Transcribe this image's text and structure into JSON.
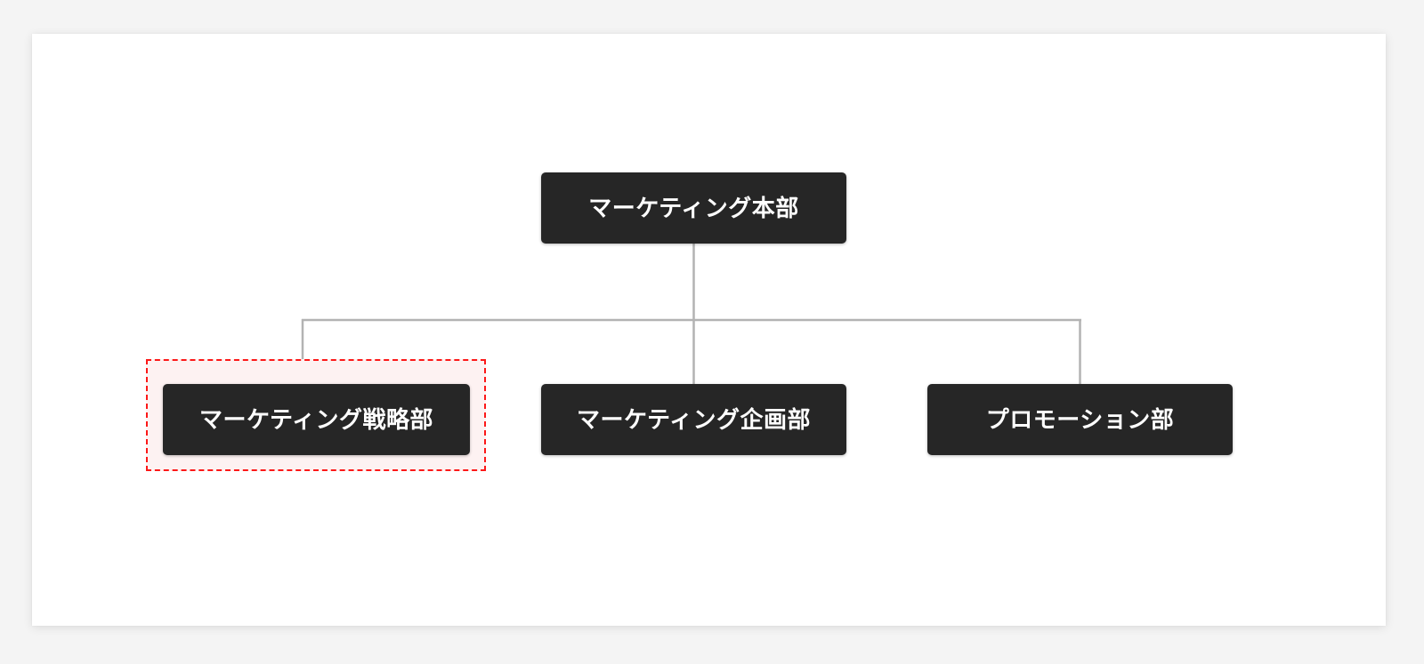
{
  "page": {
    "background_color": "#f4f4f4",
    "card_background": "#ffffff"
  },
  "chart_data": {
    "type": "diagram",
    "diagram_kind": "org-chart",
    "title": "",
    "node_color": "#262626",
    "node_text_color": "#ffffff",
    "connector_color": "#b3b3b3",
    "highlight_border_color": "#fc1818",
    "highlight_fill_color": "#fdf2f2",
    "nodes": [
      {
        "id": "root",
        "label": "マーケティング本部",
        "level": 0,
        "parent": null,
        "highlighted": false
      },
      {
        "id": "c0",
        "label": "マーケティング戦略部",
        "level": 1,
        "parent": "root",
        "highlighted": true
      },
      {
        "id": "c1",
        "label": "マーケティング企画部",
        "level": 1,
        "parent": "root",
        "highlighted": false
      },
      {
        "id": "c2",
        "label": "プロモーション部",
        "level": 1,
        "parent": "root",
        "highlighted": false
      }
    ],
    "edges": [
      {
        "from": "root",
        "to": "c0"
      },
      {
        "from": "root",
        "to": "c1"
      },
      {
        "from": "root",
        "to": "c2"
      }
    ]
  },
  "org_chart": {
    "root": {
      "label": "マーケティング本部"
    },
    "children": [
      {
        "label": "マーケティング戦略部"
      },
      {
        "label": "マーケティング企画部"
      },
      {
        "label": "プロモーション部"
      }
    ]
  }
}
